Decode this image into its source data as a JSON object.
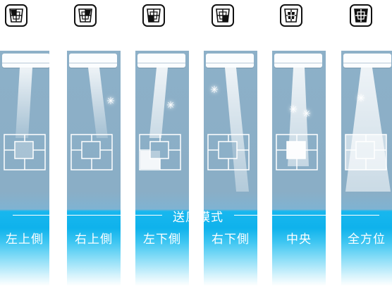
{
  "section_title": "送風模式",
  "modes": [
    {
      "label": "左上側",
      "icon": "louver-upper-left-icon"
    },
    {
      "label": "右上側",
      "icon": "louver-upper-right-icon"
    },
    {
      "label": "左下側",
      "icon": "louver-lower-left-icon"
    },
    {
      "label": "右下側",
      "icon": "louver-lower-right-icon"
    },
    {
      "label": "中央",
      "icon": "louver-center-icon"
    },
    {
      "label": "全方位",
      "icon": "louver-all-directions-icon"
    }
  ],
  "colors": {
    "panel_top": "#8db0c8",
    "panel_band": "#18b7ee",
    "icon_fill": "#111111"
  }
}
